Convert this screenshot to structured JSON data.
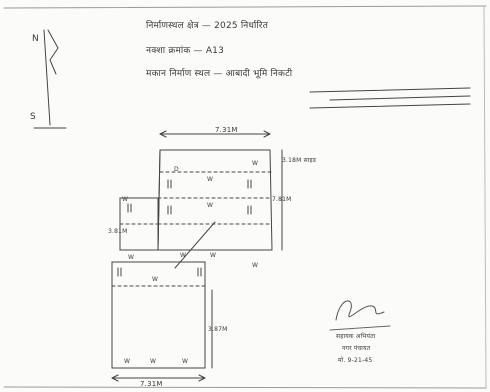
{
  "document": {
    "header": {
      "line1": "निर्माणस्थल क्षेत्र — 2025 निर्धारित",
      "line2": "नक्शा क्रमांक — A13",
      "line3": "मकान निर्माण स्थल — आबादी भूमि निकटी"
    },
    "compass": {
      "north_label": "N",
      "south_label": "S"
    },
    "plan_labels": {
      "top_width": "7.31M",
      "top_right_note": "3.18M साइड",
      "right_height": "7.81M",
      "left_height": "3.81M",
      "lower_height": "3.87M",
      "bottom_width": "7.31M",
      "rooms": [
        "W",
        "W",
        "W",
        "W",
        "W",
        "W",
        "W",
        "W",
        "W",
        "W",
        "W",
        "W"
      ],
      "door": "D"
    },
    "signature_block": {
      "line1": "सहायक अभियंता",
      "line2": "नगर पंचायत",
      "line3": "मो. 9-21-45"
    },
    "colors": {
      "ink": "#3b3b3b",
      "paper": "#fbfbf9"
    }
  }
}
